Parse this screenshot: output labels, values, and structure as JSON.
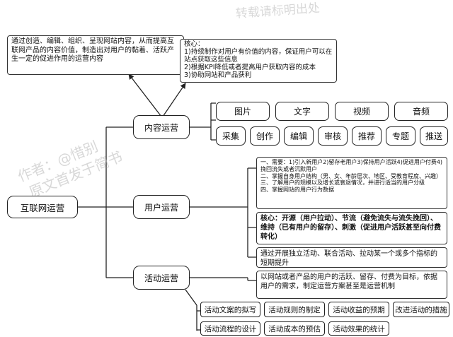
{
  "root": {
    "label": "互联网运营"
  },
  "branches": {
    "content": {
      "label": "内容运营",
      "definition": "通过创造、编辑、组织、呈现网站内容，从而提高互联网产品的内容价值，制造出对用户的黏着、活跃产生一定的促进作用的运营内容",
      "core_title": "核心：",
      "core_points": [
        "1)持续制作对用户有价值的内容，保证用户可以在站点获取这些信息",
        "2)根据KPI降低或者提高用户获取内容的成本",
        "3)协助网站和产品获利"
      ],
      "types": [
        "图片",
        "文字",
        "视频",
        "音频"
      ],
      "actions": [
        "采集",
        "创作",
        "编辑",
        "审核",
        "推荐",
        "专题",
        "推送"
      ]
    },
    "user": {
      "label": "用户运营",
      "needs": [
        "一、需要：1)引入新用户2)留存老用户3)保持用户活跃4)促进用户付费4)挽回流失或者沉默用户",
        "二、掌握自身用户结构（男、女、年龄层次、地区、受教育程度、兴趣）",
        "三、了解用户的规模以及增长或衰退情况，并进行适当的用户分级",
        "四、掌握网站的用户行为数据"
      ],
      "core": "核心：开源（用户拉动）、节流（避免流失与流失挽回）、维持（已有用户的留存）、刺激（促进用户活跃甚至向付费转化）"
    },
    "activity": {
      "label": "活动运营",
      "definition": "通过开展独立活动、联合活动、拉动某一个或多个指标的短期提升",
      "description": "以网站或者产品的用户的活跃、留存、付费为目标，依据用户的需求，制定运营方案甚至是运营机制",
      "steps_row1": [
        "活动文案的拟写",
        "活动规则的制定",
        "活动收益的预期",
        "改进活动的措施"
      ],
      "steps_row2": [
        "活动流程的设计",
        "活动成本的预估",
        "活动效果的统计"
      ]
    }
  },
  "watermarks": {
    "top": "转载请标明出处",
    "author": "作者：@惜别",
    "origin": "原文首发于简书"
  },
  "colors": {
    "stroke": "#222222",
    "watermark": "#b9b9b9",
    "background": "#ffffff"
  }
}
